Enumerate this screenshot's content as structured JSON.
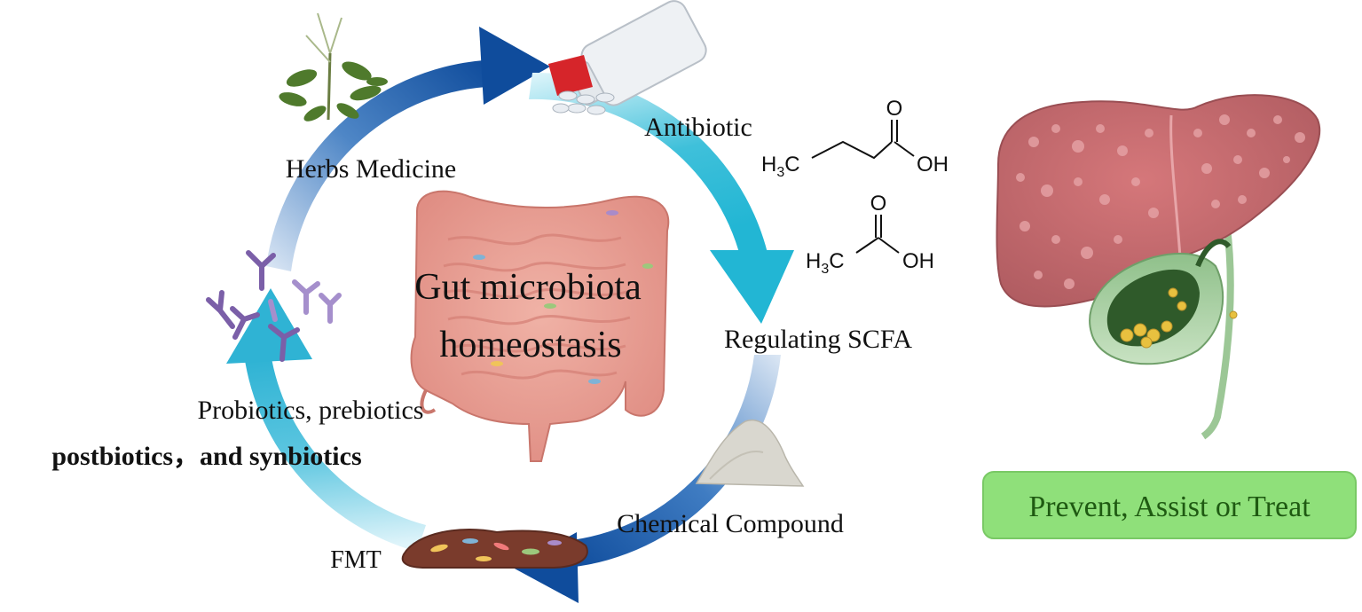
{
  "center": {
    "title_line1": "Gut microbiota",
    "title_line2": "homeostasis"
  },
  "cycle_labels": {
    "herbs": "Herbs Medicine",
    "antibiotic": "Antibiotic",
    "scfa": "Regulating SCFA",
    "chemical": "Chemical Compound",
    "fmt": "FMT",
    "probiotics_line1": "Probiotics, prebiotics",
    "probiotics_line2": "postbiotics，and synbiotics"
  },
  "molecules": {
    "butyrate": {
      "left": "H3C",
      "right": "OH",
      "top": "O"
    },
    "acetate": {
      "left": "H3C",
      "right": "OH",
      "top": "O"
    }
  },
  "outcome": {
    "label": "Prevent, Assist or Treat"
  },
  "colors": {
    "arrow_dark": "#0f4c9c",
    "arrow_light": "#22b6d4",
    "outcome_bg": "#8fe07a",
    "outcome_text": "#1f5a12",
    "liver": "#c8696d",
    "gut": "#e9a196"
  }
}
